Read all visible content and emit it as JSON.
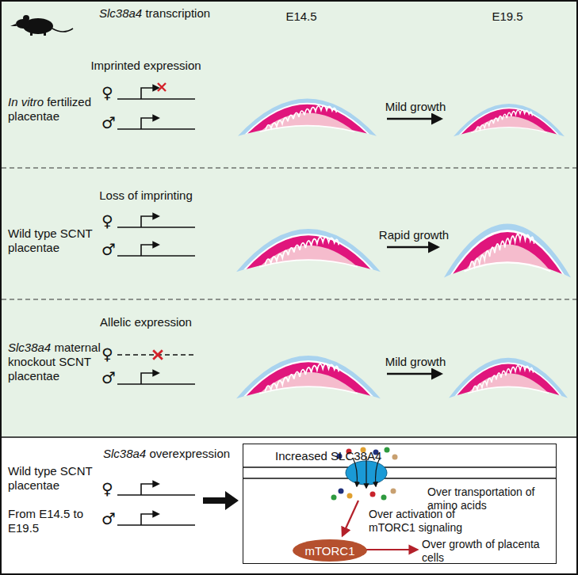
{
  "diagram": {
    "nodes": [
      {
        "text": [
          "Increased SLC38A4",
          "Over transportation of amino acids",
          "Over activation of mTORC1 signaling",
          "Over growth of placenta cells"
        ]
      },
      {
        "text": [
          "mTORC1"
        ],
        "in": 0
      }
    ],
    "labels": [
      "Slc38a4",
      "transcription",
      "E14.5",
      "E19.5",
      "Imprinted expression",
      "♀",
      "♂",
      "In vitro",
      "fertilized placentae",
      "Mild growth",
      "Loss of imprinting",
      "♀",
      "♂",
      "Wild type SCNT placentae",
      "Rapid growth",
      "Allelic expression",
      "♀",
      "♂",
      "Slc38a4",
      "maternal knockout SCNT placentae",
      "Mild growth",
      "Wild type SCNT placentae",
      "From E14.5 to E19.5",
      "Slc38a4",
      "overexpression",
      "♀",
      "♂"
    ]
  }
}
